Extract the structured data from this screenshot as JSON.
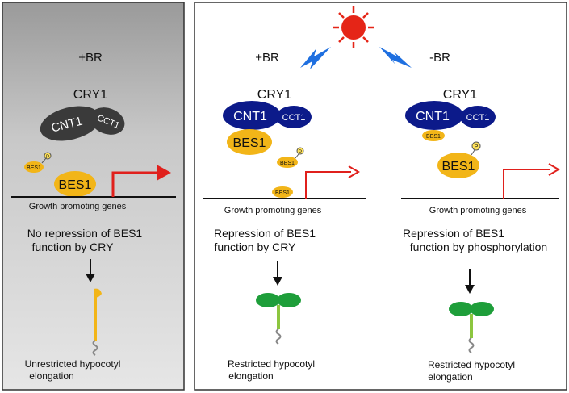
{
  "panels": {
    "dark": {
      "condition": "+BR",
      "cry1": "CRY1",
      "cnt1": "CNT1",
      "cct1": "CCT1",
      "bes1_free": "BES1",
      "bes1_bound": "BES1",
      "phospho": "P",
      "genes": "Growth promoting genes",
      "mechanism_line1": "No repression of BES1",
      "mechanism_line2": "function by CRY",
      "outcome_line1": "Unrestricted hypocotyl",
      "outcome_line2": "elongation"
    },
    "light_plus": {
      "condition": "+BR",
      "cry1": "CRY1",
      "cnt1": "CNT1",
      "cct1": "CCT1",
      "bes1_bound_cry": "BES1",
      "bes1_phospho": "BES1",
      "bes1_small": "BES1",
      "phospho": "P",
      "genes": "Growth promoting genes",
      "mechanism_line1": "Repression of BES1",
      "mechanism_line2": "function by CRY",
      "outcome_line1": "Restricted hypocotyl",
      "outcome_line2": "elongation"
    },
    "light_minus": {
      "condition": "-BR",
      "cry1": "CRY1",
      "cnt1": "CNT1",
      "cct1": "CCT1",
      "bes1_small": "BES1",
      "bes1_phospho": "BES1",
      "phospho": "P",
      "genes": "Growth promoting genes",
      "mechanism_line1": "Repression of BES1",
      "mechanism_line2": "function by phosphorylation",
      "outcome_line1": "Restricted hypocotyl",
      "outcome_line2": "elongation"
    }
  },
  "colors": {
    "dark_bg": "#cfcfcf",
    "cry_dark": "#3a3a3a",
    "cry_light": "#0c1a8a",
    "bes1": "#f2b518",
    "promoter_arrow": "#e0201c",
    "sun": "#e52517",
    "lightning": "#1e6fe0",
    "cotyledon": "#1e9e3a",
    "stem_light": "#8cc63f",
    "stem_dark": "#f2b518"
  }
}
